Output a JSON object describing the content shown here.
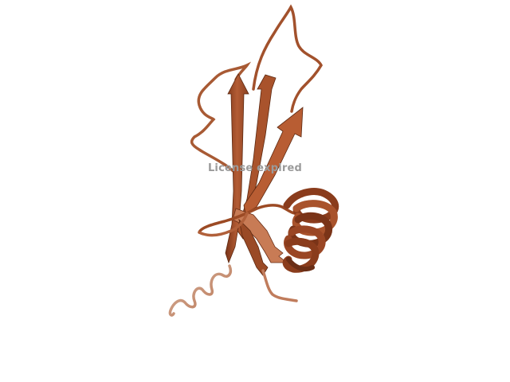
{
  "viewer": {
    "watermark_text": "License expired",
    "background_color": "#ffffff",
    "watermark_color": "#9a9a9a"
  },
  "structure": {
    "representation": "cartoon",
    "description_elements": [
      "beta-strand",
      "alpha-helix",
      "coil-loop"
    ],
    "colors": {
      "base": "#b35c34",
      "dark": "#6a2e16",
      "light": "#e0a080",
      "fade": "#e9c3ad"
    }
  }
}
